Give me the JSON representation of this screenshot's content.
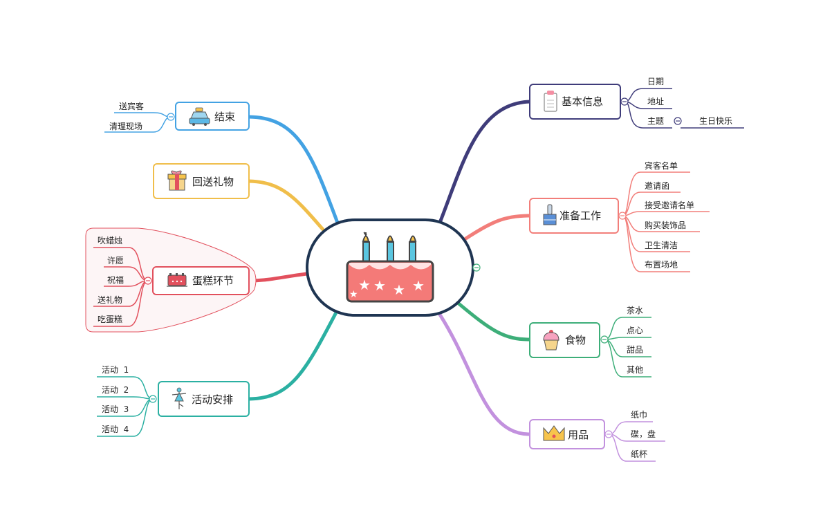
{
  "central": {
    "icon": "birthday-cake-icon"
  },
  "branches": {
    "basic_info": {
      "label": "基本信息",
      "color": "#3f3c7a",
      "icon": "clipboard-icon",
      "leaves": {
        "date": "日期",
        "address": "地址",
        "theme": "主题"
      },
      "theme_value": "生日快乐"
    },
    "preparation": {
      "label": "准备工作",
      "color": "#f27e7a",
      "icon": "brush-icon",
      "leaves": [
        "宾客名单",
        "邀请函",
        "接受邀请名单",
        "购买装饰品",
        "卫生清洁",
        "布置场地"
      ]
    },
    "food": {
      "label": "食物",
      "color": "#3dae79",
      "icon": "cupcake-icon",
      "leaves": [
        "茶水",
        "点心",
        "甜品",
        "其他"
      ]
    },
    "supplies": {
      "label": "用品",
      "color": "#c291de",
      "icon": "crown-icon",
      "leaves": [
        "纸巾",
        "碟，盘",
        "纸杯"
      ]
    },
    "end": {
      "label": "结束",
      "color": "#43a2e3",
      "icon": "taxi-icon",
      "leaves": [
        "送宾客",
        "清理现场"
      ]
    },
    "return_gift": {
      "label": "回送礼物",
      "color": "#f0be4a",
      "icon": "gift-icon",
      "leaves": []
    },
    "cake": {
      "label": "蛋糕环节",
      "color": "#e2505d",
      "icon": "cake-icon",
      "leaves": [
        "吹蜡烛",
        "许愿",
        "祝福",
        "送礼物",
        "吃蛋糕"
      ]
    },
    "activities": {
      "label": "活动安排",
      "color": "#2bb0a2",
      "icon": "dancer-icon",
      "leaves": [
        "活动  1",
        "活动  2",
        "活动  3",
        "活动  4"
      ]
    }
  }
}
